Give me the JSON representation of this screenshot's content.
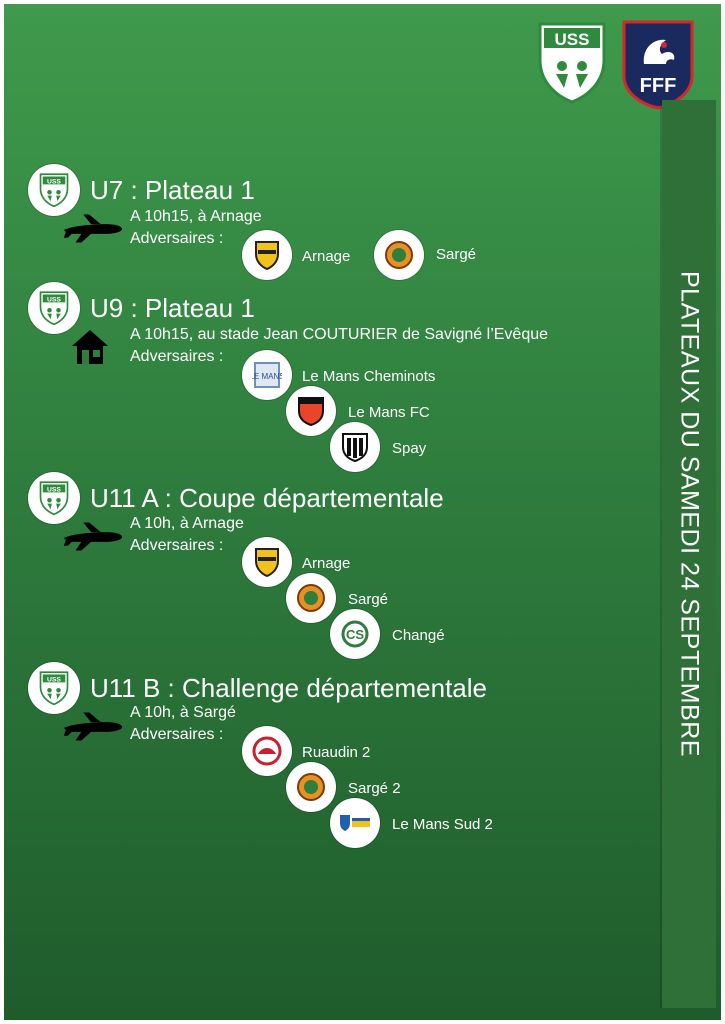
{
  "header": {
    "club_logo_text": "USS",
    "federation_logo_text": "FFF"
  },
  "side_title": "PLATEAUX DU SAMEDI 24 SEPTEMBRE",
  "sections": [
    {
      "title": "U7 : Plateau 1",
      "transport_icon": "airplane-icon",
      "info": "A 10h15, à Arnage",
      "adversaires_label": "Adversaires :",
      "opponents": [
        {
          "name": "Arnage",
          "logo": "arnage-logo"
        },
        {
          "name": "Sargé",
          "logo": "sarge-logo"
        }
      ]
    },
    {
      "title": "U9 : Plateau 1",
      "transport_icon": "home-icon",
      "info": "A 10h15, au stade Jean COUTURIER de Savigné l’Evêque",
      "adversaires_label": "Adversaires :",
      "opponents": [
        {
          "name": "Le Mans Cheminots",
          "logo": "le-mans-cheminots-logo"
        },
        {
          "name": "Le Mans FC",
          "logo": "le-mans-fc-logo"
        },
        {
          "name": "Spay",
          "logo": "spay-logo"
        }
      ]
    },
    {
      "title": "U11 A : Coupe départementale",
      "transport_icon": "airplane-icon",
      "info": "A 10h, à Arnage",
      "adversaires_label": "Adversaires :",
      "opponents": [
        {
          "name": "Arnage",
          "logo": "arnage-logo"
        },
        {
          "name": "Sargé",
          "logo": "sarge-logo"
        },
        {
          "name": "Changé",
          "logo": "change-logo"
        }
      ]
    },
    {
      "title": "U11 B : Challenge départementale",
      "transport_icon": "airplane-icon",
      "info": "A 10h, à Sargé",
      "adversaires_label": "Adversaires :",
      "opponents": [
        {
          "name": "Ruaudin 2",
          "logo": "ruaudin-logo"
        },
        {
          "name": "Sargé 2",
          "logo": "sarge-logo"
        },
        {
          "name": "Le Mans Sud 2",
          "logo": "le-mans-sud-logo"
        }
      ]
    }
  ],
  "colors": {
    "background_top": "#3f9a4c",
    "background_bottom": "#1f5c2c",
    "side_band": "#2f6f38",
    "fff_blue": "#1b2a5e",
    "fff_red": "#d6252b"
  }
}
